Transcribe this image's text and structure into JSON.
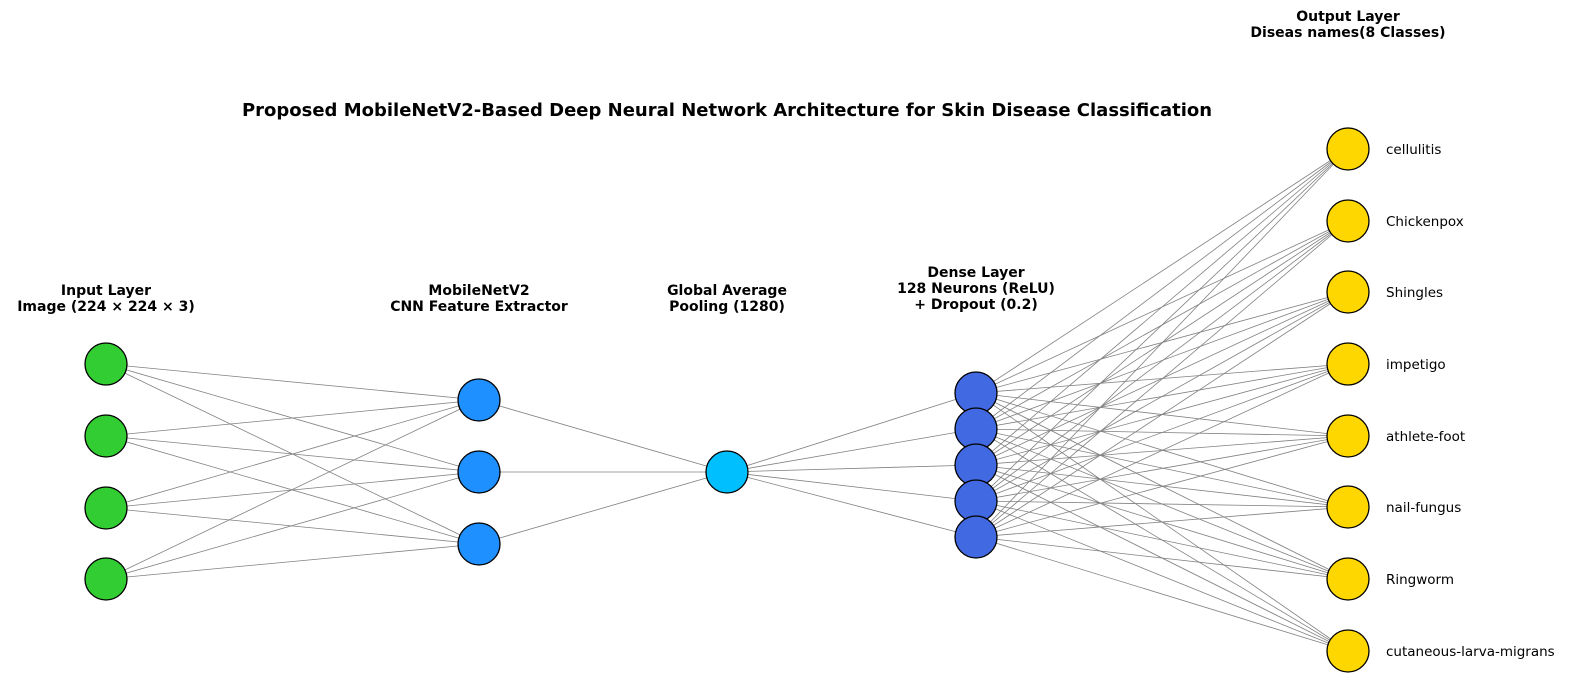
{
  "diagram": {
    "title": "Proposed MobileNetV2-Based Deep Neural Network Architecture for Skin Disease Classification",
    "layers": [
      {
        "id": "input",
        "label_lines": [
          "Input Layer",
          "Image (224 × 224 × 3)"
        ],
        "node_count": 4,
        "color": "#32CD32"
      },
      {
        "id": "cnn",
        "label_lines": [
          "MobileNetV2",
          "CNN Feature Extractor"
        ],
        "node_count": 3,
        "color": "#1E90FF"
      },
      {
        "id": "gap",
        "label_lines": [
          "Global Average",
          "Pooling (1280)"
        ],
        "node_count": 1,
        "color": "#00BFFF"
      },
      {
        "id": "dense",
        "label_lines": [
          "Dense Layer",
          "128 Neurons (ReLU)",
          "+ Dropout (0.2)"
        ],
        "node_count": 5,
        "color": "#4169E1"
      },
      {
        "id": "output",
        "label_lines": [
          "Output Layer",
          "Diseas names(8 Classes)"
        ],
        "node_count": 8,
        "color": "#FFD700"
      }
    ],
    "output_classes": [
      "cellulitis",
      "Chickenpox",
      "Shingles",
      "impetigo",
      "athlete-foot",
      "nail-fungus",
      "Ringworm",
      "cutaneous-larva-migrans"
    ],
    "connections": "fully-connected between adjacent layers",
    "edge_color": "#808080",
    "node_border_color": "#000000"
  }
}
